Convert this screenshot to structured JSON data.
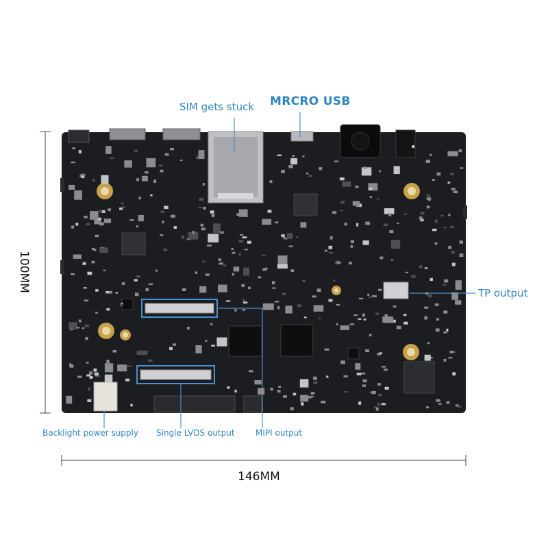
{
  "annotations": {
    "sim": "SIM gets stuck",
    "usb": "MRCRO USB",
    "tp": "TP output",
    "backlight": "Backlight power supply",
    "lvds": "Single LVDS output",
    "mipi": "MIPI output"
  },
  "dimensions": {
    "height": "100MM",
    "width": "146MM"
  },
  "colors": {
    "board": "#1c1d20",
    "label": "#2f86c3",
    "highlight": "#4a8fd0"
  }
}
